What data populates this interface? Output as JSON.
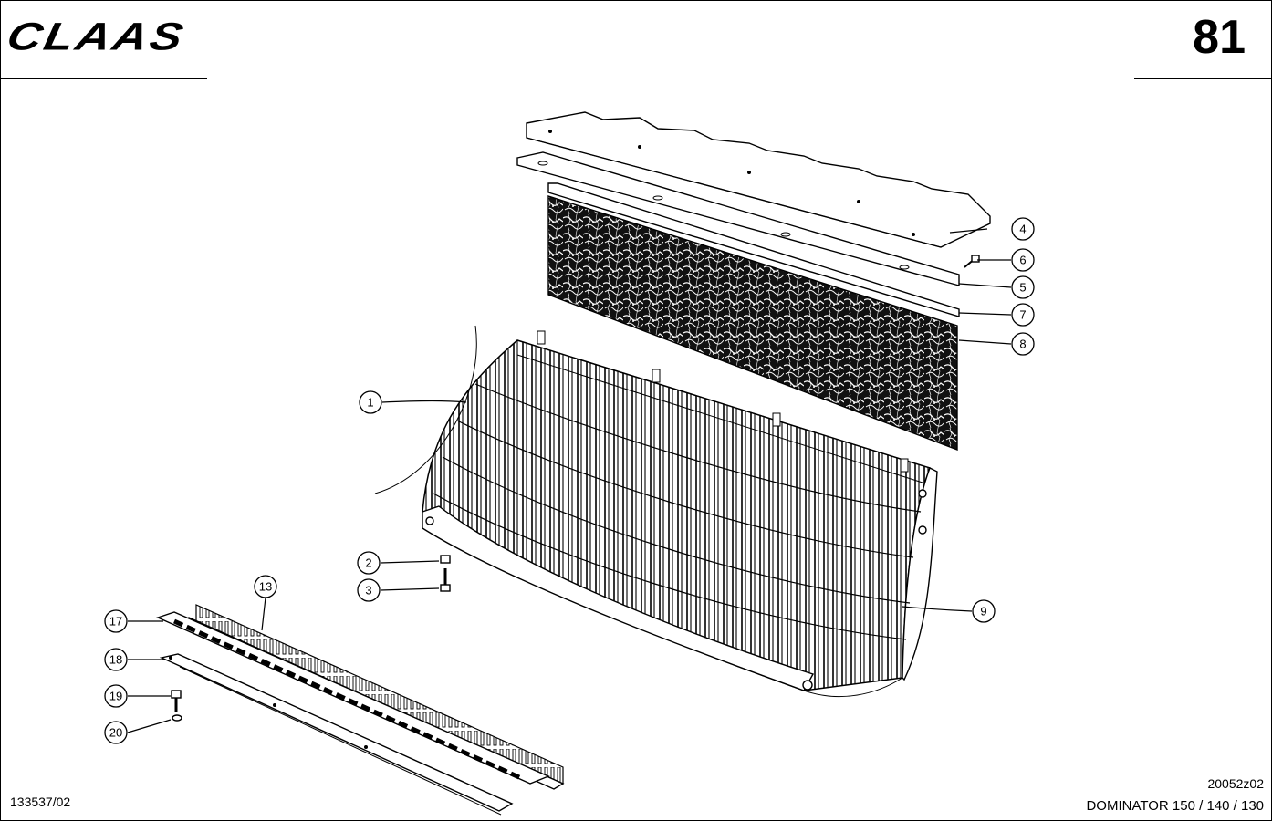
{
  "header": {
    "brand": "CLAAS",
    "page_number": "81"
  },
  "callouts": [
    {
      "id": "callout-1",
      "label": "1"
    },
    {
      "id": "callout-2",
      "label": "2"
    },
    {
      "id": "callout-3",
      "label": "3"
    },
    {
      "id": "callout-4",
      "label": "4"
    },
    {
      "id": "callout-5",
      "label": "5"
    },
    {
      "id": "callout-6",
      "label": "6"
    },
    {
      "id": "callout-7",
      "label": "7"
    },
    {
      "id": "callout-8",
      "label": "8"
    },
    {
      "id": "callout-9",
      "label": "9"
    },
    {
      "id": "callout-13",
      "label": "13"
    },
    {
      "id": "callout-17",
      "label": "17"
    },
    {
      "id": "callout-18",
      "label": "18"
    },
    {
      "id": "callout-19",
      "label": "19"
    },
    {
      "id": "callout-20",
      "label": "20"
    }
  ],
  "footer": {
    "doc_number": "133537/02",
    "drawing_code": "20052z02",
    "model": "DOMINATOR 150 / 140 / 130"
  }
}
